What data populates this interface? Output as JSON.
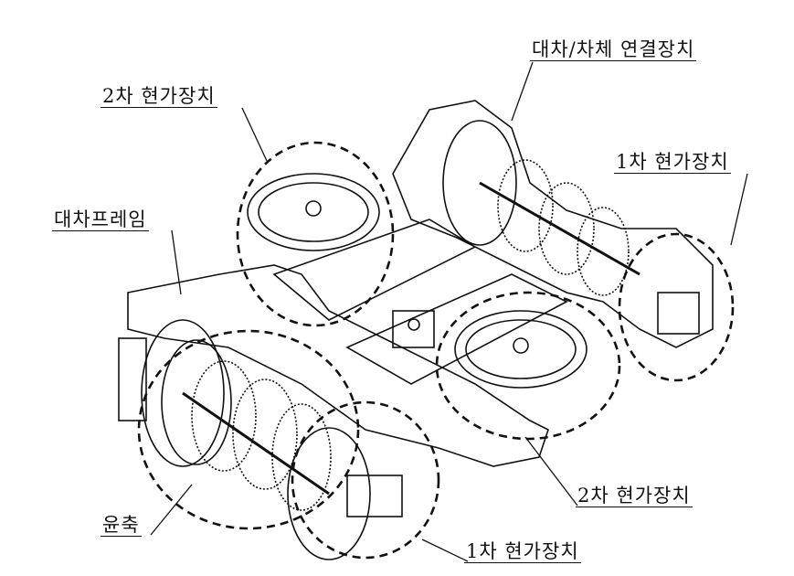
{
  "labels": {
    "carbody_connection": "대차/차체 연결장치",
    "secondary_suspension_top": "2차 현가장치",
    "primary_suspension_right": "1차 현가장치",
    "bogie_frame": "대차프레임",
    "wheelset": "윤축",
    "secondary_suspension_bottom": "2차 현가장치",
    "primary_suspension_bottom": "1차 현가장치"
  },
  "colors": {
    "ink": "#111111",
    "background": "#ffffff"
  }
}
